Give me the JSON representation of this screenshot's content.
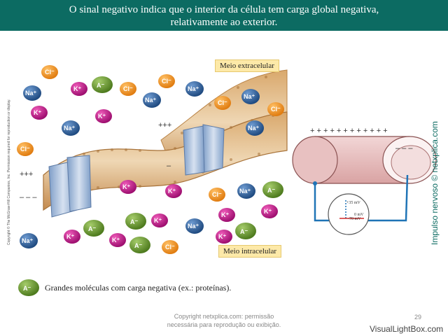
{
  "header": {
    "line1": "O sinal negativo indica que o interior da célula tem carga global negativa,",
    "line2": "relativamente ao exterior."
  },
  "labels": {
    "extracellular": "Meio extracelular",
    "intracellular": "Meio intracelular"
  },
  "signs": {
    "plus": "+++",
    "minus": "– – –",
    "minus_single": "–"
  },
  "legend": {
    "symbol": "A⁻",
    "text": "Grandes moléculas com carga negativa (ex.: proteínas)."
  },
  "axon": {
    "outer_signs": "+ + + + + + + + + + + +",
    "inner_signs": "– – –",
    "meter_high": "+35 mV",
    "meter_zero": "0 mV",
    "meter_low": "-70 mV"
  },
  "ions": {
    "na": "Na⁺",
    "k": "K⁺",
    "cl": "Cl⁻",
    "a": "A⁻"
  },
  "colors": {
    "banner": "#0c6b62",
    "na": "#2f5f97",
    "k": "#c3188a",
    "cl": "#ee8d1e",
    "a": "#6f9a33",
    "membrane": "#c9955a",
    "axon": "#e8c1c1",
    "wire": "#1f74b6"
  },
  "side": {
    "copyright": "Copyright © The McGraw-Hill Companies, Inc. Permission required for reproduction or display.",
    "brand": "Impulso nervoso © netxplica.com"
  },
  "footer": {
    "line1": "Copyright netxplica.com: permissão",
    "line2": "necessária para reprodução ou exibição.",
    "page": "29",
    "watermark": "VisualLightBox.com"
  }
}
